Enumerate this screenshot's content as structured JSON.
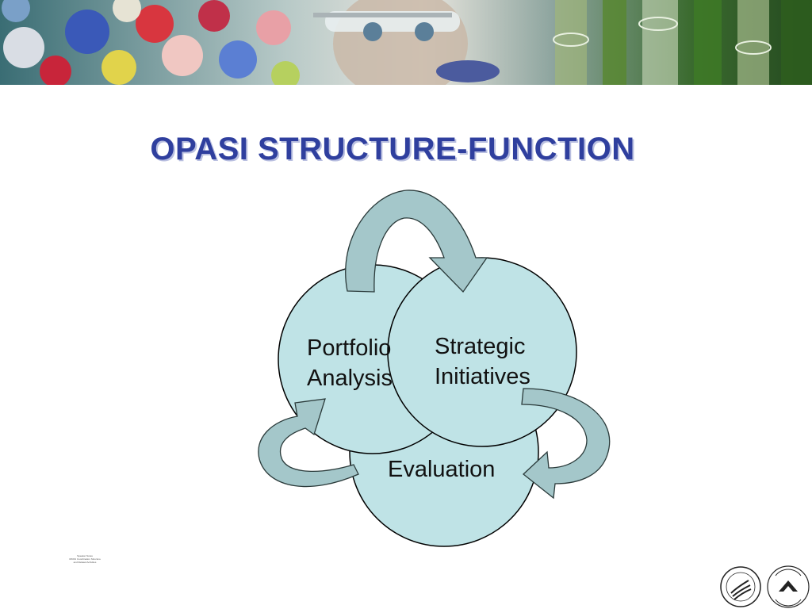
{
  "slide": {
    "title": "OPASI STRUCTURE-FUNCTION"
  },
  "diagram": {
    "nodes": [
      {
        "id": "portfolio",
        "line1": "Portfolio",
        "line2": "Analysis"
      },
      {
        "id": "strategic",
        "line1": "Strategic",
        "line2": "Initiatives"
      },
      {
        "id": "evaluation",
        "line1": "Evaluation"
      }
    ],
    "edges": [
      {
        "from": "portfolio",
        "to": "strategic"
      },
      {
        "from": "strategic",
        "to": "evaluation"
      },
      {
        "from": "evaluation",
        "to": "portfolio"
      }
    ],
    "colors": {
      "circle_fill": "#bfe3e6",
      "circle_stroke": "#000000",
      "arrow_fill": "#9fc3c6",
      "arrow_stroke": "#2a3a3a"
    }
  },
  "footer": {
    "note_lines": [
      "Speaker Notes",
      "OPASI Coordination Structure",
      "and Related Activities"
    ],
    "logos": [
      "hhs-logo",
      "nih-logo"
    ]
  },
  "colors": {
    "title": "#2f3f9e",
    "background": "#ffffff"
  }
}
